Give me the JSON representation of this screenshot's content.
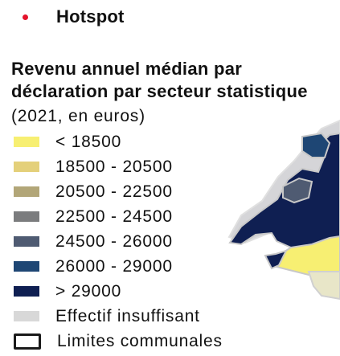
{
  "hotspot": {
    "label": "Hotspot",
    "color": "#e4132b"
  },
  "legend": {
    "title": "Revenu annuel médian par déclaration par secteur statistique",
    "subtitle": "(2021, en euros)",
    "items": [
      {
        "label": "< 18500",
        "color": "#f7ef72"
      },
      {
        "label": "18500 - 20500",
        "color": "#e4d07a"
      },
      {
        "label": "20500 - 22500",
        "color": "#b2a678"
      },
      {
        "label": "22500 - 24500",
        "color": "#7b7c7e"
      },
      {
        "label": "24500 - 26000",
        "color": "#4f5b72"
      },
      {
        "label": "26000 - 29000",
        "color": "#1e4674"
      },
      {
        "label": "> 29000",
        "color": "#0f1f52"
      },
      {
        "label": "Effectif insuffisant",
        "color": "#d8d8d8"
      },
      {
        "label": "Limites communales",
        "color": "#1a1a1a"
      }
    ]
  }
}
